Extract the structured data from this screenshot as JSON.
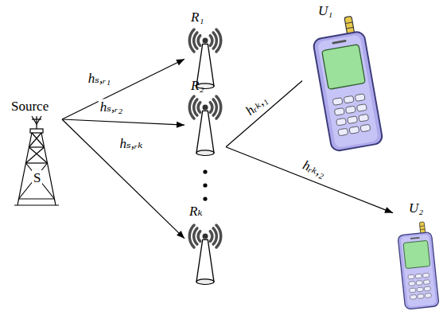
{
  "diagram": {
    "nodes": [
      {
        "text": [
          "Source",
          "S"
        ]
      },
      {
        "text": [
          "R₁"
        ]
      },
      {
        "text": [
          "R₂"
        ]
      },
      {
        "text": [
          "Rₖ"
        ]
      },
      {
        "text": [
          "U₁"
        ]
      },
      {
        "text": [
          "U₂"
        ]
      }
    ],
    "edges": [
      {
        "from": 0,
        "to": 1,
        "arrow": "to",
        "label": "hₛ,ᵣ₁"
      },
      {
        "from": 0,
        "to": 2,
        "arrow": "to",
        "label": "hₛ,ᵣ₂"
      },
      {
        "from": 0,
        "to": 3,
        "arrow": "to",
        "label": "hₛ,ᵣₖ"
      },
      {
        "from": 2,
        "to": 4,
        "arrow": "none",
        "label": "hᵣₖ,₁"
      },
      {
        "from": 2,
        "to": 5,
        "arrow": "to",
        "label": "hᵣₖ,₂"
      }
    ]
  }
}
